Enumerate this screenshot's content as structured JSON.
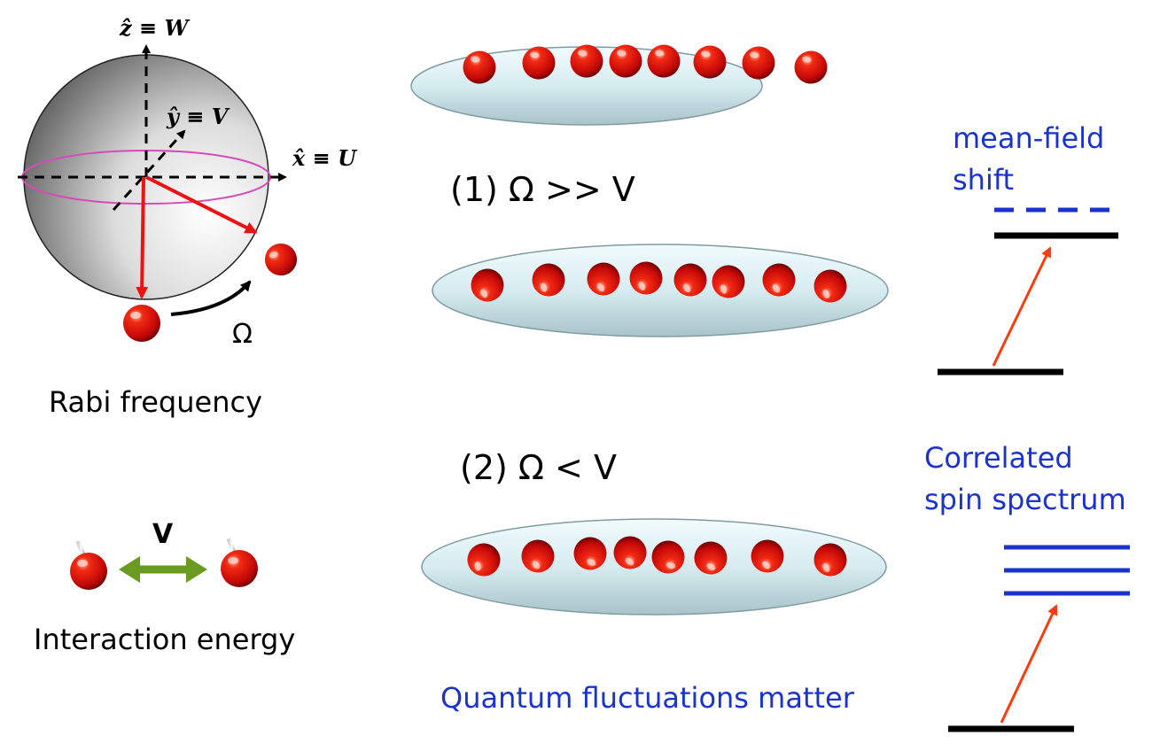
{
  "sphere": {
    "z_axis_label": "ẑ ≡ W",
    "y_axis_label": "ŷ ≡ V",
    "x_axis_label": "x̂ ≡ U",
    "omega_label": "Ω"
  },
  "left": {
    "rabi_label": "Rabi frequency",
    "interaction_symbol": "V",
    "interaction_label": "Interaction energy"
  },
  "middle": {
    "regime1_label": "(1) Ω >> V",
    "regime2_label": "(2) Ω < V",
    "fluctuations_label": "Quantum fluctuations matter"
  },
  "right": {
    "meanfield_line1": "mean-field",
    "meanfield_line2": "shift",
    "correlated_line1": "Correlated",
    "correlated_line2": "spin spectrum"
  },
  "colors": {
    "text": "#000000",
    "blue_text": "#1a33cc",
    "level_blue": "#1a33cc",
    "transition_arrow": "#ff3b0f",
    "spin_vector": "#ee1111",
    "interaction_arrow": "#6a9a1f",
    "equator": "#d64bb8",
    "atom_red": "#e01010"
  }
}
